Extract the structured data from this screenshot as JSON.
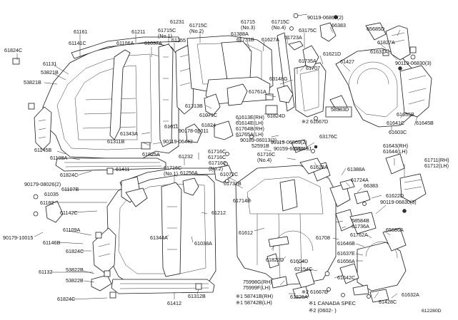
{
  "callouts": {
    "c61824c_a": "61824C",
    "c61161": "61161",
    "c61211": "61211",
    "c61231": "61231",
    "c61715c_no1": "61715C",
    "no1": "(No.1)",
    "c61715c_no2": "61715C",
    "no2": "(No.2)",
    "c61715_no3": "61715",
    "no3": "(No.3)",
    "c61715c_no4": "61715C",
    "no4": "(No.4)",
    "c61141c": "61141C",
    "c61106a": "61106A",
    "c61037a": "61037A",
    "c61255": "61255",
    "c61388a": "61388A",
    "c61731b": "61731B",
    "c61627a": "61627A",
    "c90119_06869": "90119-06869(2)",
    "c66383_a": "66383",
    "c63175c": "63175C",
    "c61723a": "61723A",
    "c65685d": "65685D",
    "c61131": "61131",
    "c53821b_a": "53821B",
    "c53821b_b": "53821B",
    "c61827a": "61827A",
    "c61631a": "61631A",
    "c61735a": "61735A",
    "c61707": "61707",
    "c61621d": "61621D",
    "c61427": "61427",
    "c90119_06830_a": "90119-06830(3)",
    "c63148g": "63148G",
    "c61761a": "61761A",
    "c58383d": "58383D",
    "c61713b": "61713B",
    "c61071c": "61071C",
    "c61611": "61611",
    "c61343a": "61343A",
    "c61311b": "61311B",
    "c90178_06011": "90178-06011",
    "c61824": "61824",
    "c61824d": "61824D",
    "c61613e": "61613E(RH)",
    "c61614e": "61614E(LH)",
    "c61764b": "61764B(RH)",
    "c61765a": "61765A(LH)",
    "c90189_06013": "90189-06013(2)",
    "c52591b": "52591B",
    "c2_61667d_a": "※2 61667D",
    "c61655b": "61655B",
    "c61641c": "61641C",
    "c61645b": "61645B",
    "c61603c": "61603C",
    "c61145b": "61145B",
    "c61108a": "61108A",
    "c61825a": "61825A",
    "c61232": "61232",
    "c90119_06442": "90119-06442",
    "c61716c_a": "61716C",
    "c61716c_b": "61716C",
    "c90119_06869b": "90119-06869(2)",
    "c90159_60364": "90159-60364",
    "c61716c_no4": "61716C",
    "c63149j": "63149J",
    "c63176c": "63176C",
    "c61824c_b": "61824C",
    "c61411": "61411",
    "c61716c_no1": "61716C",
    "c61256a": "61256A",
    "c61716c_no2": "61716C",
    "c61072c": "61072C",
    "c61628a": "61628A",
    "c61388a_b": "61388A",
    "c61643": "61643(RH)",
    "c61644": "61644(LH)",
    "c61711": "61711(RH)",
    "c61712": "61712(LH)",
    "c90179_08026": "90179-08026(2)",
    "c61035": "61035",
    "c61107b": "61107B",
    "c61162": "61162",
    "c61142c": "61142C",
    "c61732b": "61732B",
    "c61724a": "61724A",
    "c66383_b": "66383",
    "c61622d": "61622D",
    "c90119_06830_b": "90119-06830(3)",
    "c61212": "61212",
    "c61714b": "61714B",
    "c58584b": "58584B",
    "c61736a": "61736A",
    "c90179_10015": "90179-10015",
    "c61109a": "61109A",
    "c61146b": "61146B",
    "c61344a": "61344A",
    "c61612": "61612",
    "c61708": "61708",
    "c61762a": "61762A",
    "c65686a": "65686A",
    "c61038a": "61038A",
    "c61646b": "61646B",
    "c61824c_c": "61824C",
    "c61604d": "61604D",
    "c61637e": "61637E",
    "c61822d": "61822D",
    "c61656a": "61656A",
    "c61132": "61132",
    "c53822b_a": "53822B",
    "c53822b_b": "53822B",
    "c62154c": "62154C",
    "c61642c": "61642C",
    "c75998g": "75998G(RH)",
    "c75999f": "75999F(LH)",
    "c2_61667d_b": "※2 61667D",
    "c61824c_d": "61824C",
    "c61412": "61412",
    "c61312b": "61312B",
    "c58741b": "※1 58741B(RH)",
    "c58742b": "※1 58742B(LH)",
    "c61826a": "61826A",
    "c61428c": "61428C",
    "c61632a": "61632A"
  },
  "notes": {
    "canada": "※1 CANADA SPEC",
    "dated": "※2 (0602-         )",
    "figure_ref": "612280D"
  }
}
